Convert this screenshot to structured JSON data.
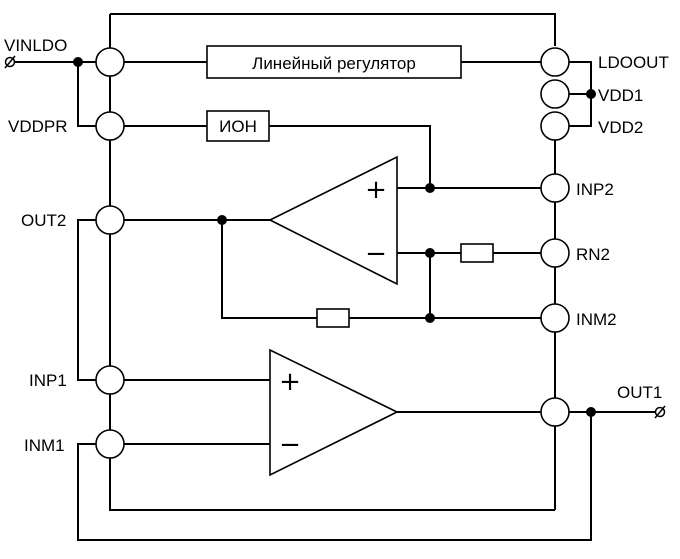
{
  "pins": {
    "vinldo": "VINLDO",
    "vddpr": "VDDPR",
    "out2": "OUT2",
    "inp1": "INP1",
    "inm1": "INM1",
    "ldoout": "LDOOUT",
    "vdd1": "VDD1",
    "vdd2": "VDD2",
    "inp2": "INP2",
    "rn2": "RN2",
    "inm2": "INM2",
    "out1": "OUT1"
  },
  "blocks": {
    "regulator": "Линейный регулятор",
    "reference": "ИОН"
  },
  "opamp_signs": {
    "plus": "+",
    "minus": "−"
  }
}
